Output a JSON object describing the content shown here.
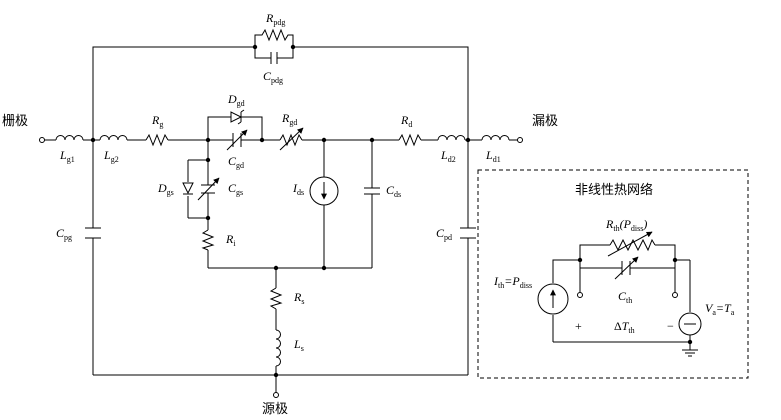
{
  "ports": {
    "gate": "栅极",
    "drain": "漏极",
    "source": "源极"
  },
  "thermal_title": "非线性热网络",
  "components": {
    "Rpdg": {
      "main": "R",
      "sub": "pdg"
    },
    "Cpdg": {
      "main": "C",
      "sub": "pdg"
    },
    "Lg1": {
      "main": "L",
      "sub": "g1"
    },
    "Lg2": {
      "main": "L",
      "sub": "g2"
    },
    "Rg": {
      "main": "R",
      "sub": "g"
    },
    "Dgd": {
      "main": "D",
      "sub": "gd"
    },
    "Cgd": {
      "main": "C",
      "sub": "gd"
    },
    "Rgd": {
      "main": "R",
      "sub": "gd"
    },
    "Rd": {
      "main": "R",
      "sub": "d"
    },
    "Ld2": {
      "main": "L",
      "sub": "d2"
    },
    "Ld1": {
      "main": "L",
      "sub": "d1"
    },
    "Dgs": {
      "main": "D",
      "sub": "gs"
    },
    "Cgs": {
      "main": "C",
      "sub": "gs"
    },
    "Ri": {
      "main": "R",
      "sub": "i"
    },
    "Ids": {
      "main": "I",
      "sub": "ds"
    },
    "Cds": {
      "main": "C",
      "sub": "ds"
    },
    "Cpg": {
      "main": "C",
      "sub": "pg"
    },
    "Cpd": {
      "main": "C",
      "sub": "pd"
    },
    "Rs": {
      "main": "R",
      "sub": "s"
    },
    "Ls": {
      "main": "L",
      "sub": "s"
    }
  },
  "thermal": {
    "Rth": {
      "main": "R",
      "sub": "th",
      "arg_open": "(",
      "arg_main": "P",
      "arg_sub": "diss",
      "arg_close": ")"
    },
    "Cth": {
      "main": "C",
      "sub": "th"
    },
    "Ith": {
      "main": "I",
      "sub": "th",
      "eq": "=",
      "rhs_main": "P",
      "rhs_sub": "diss"
    },
    "dT": {
      "delta": "Δ",
      "main": "T",
      "sub": "th"
    },
    "Va": {
      "main": "V",
      "sub": "a",
      "eq": "=",
      "rhs_main": "T",
      "rhs_sub": "a"
    },
    "plus": "+",
    "minus": "−"
  }
}
